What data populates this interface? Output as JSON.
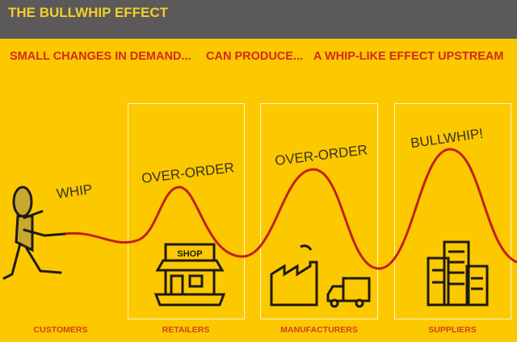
{
  "header": {
    "title": "THE BULLWHIP EFFECT"
  },
  "subtitle": {
    "part1": "SMALL CHANGES IN DEMAND...",
    "part2": "CAN PRODUCE...",
    "part3": "A WHIP-LIKE EFFECT UPSTREAM"
  },
  "annotations": {
    "whip": "WHIP",
    "over_order_1": "OVER-ORDER",
    "over_order_2": "OVER-ORDER",
    "bullwhip": "BULLWHIP!"
  },
  "shop_sign": "SHOP",
  "stages": [
    "CUSTOMERS",
    "RETAILERS",
    "MANUFACTURERS",
    "SUPPLIERS"
  ],
  "colors": {
    "header": "#5b595a",
    "background": "#fcc800",
    "accent": "#d22a1c",
    "curve": "#c0221a"
  }
}
